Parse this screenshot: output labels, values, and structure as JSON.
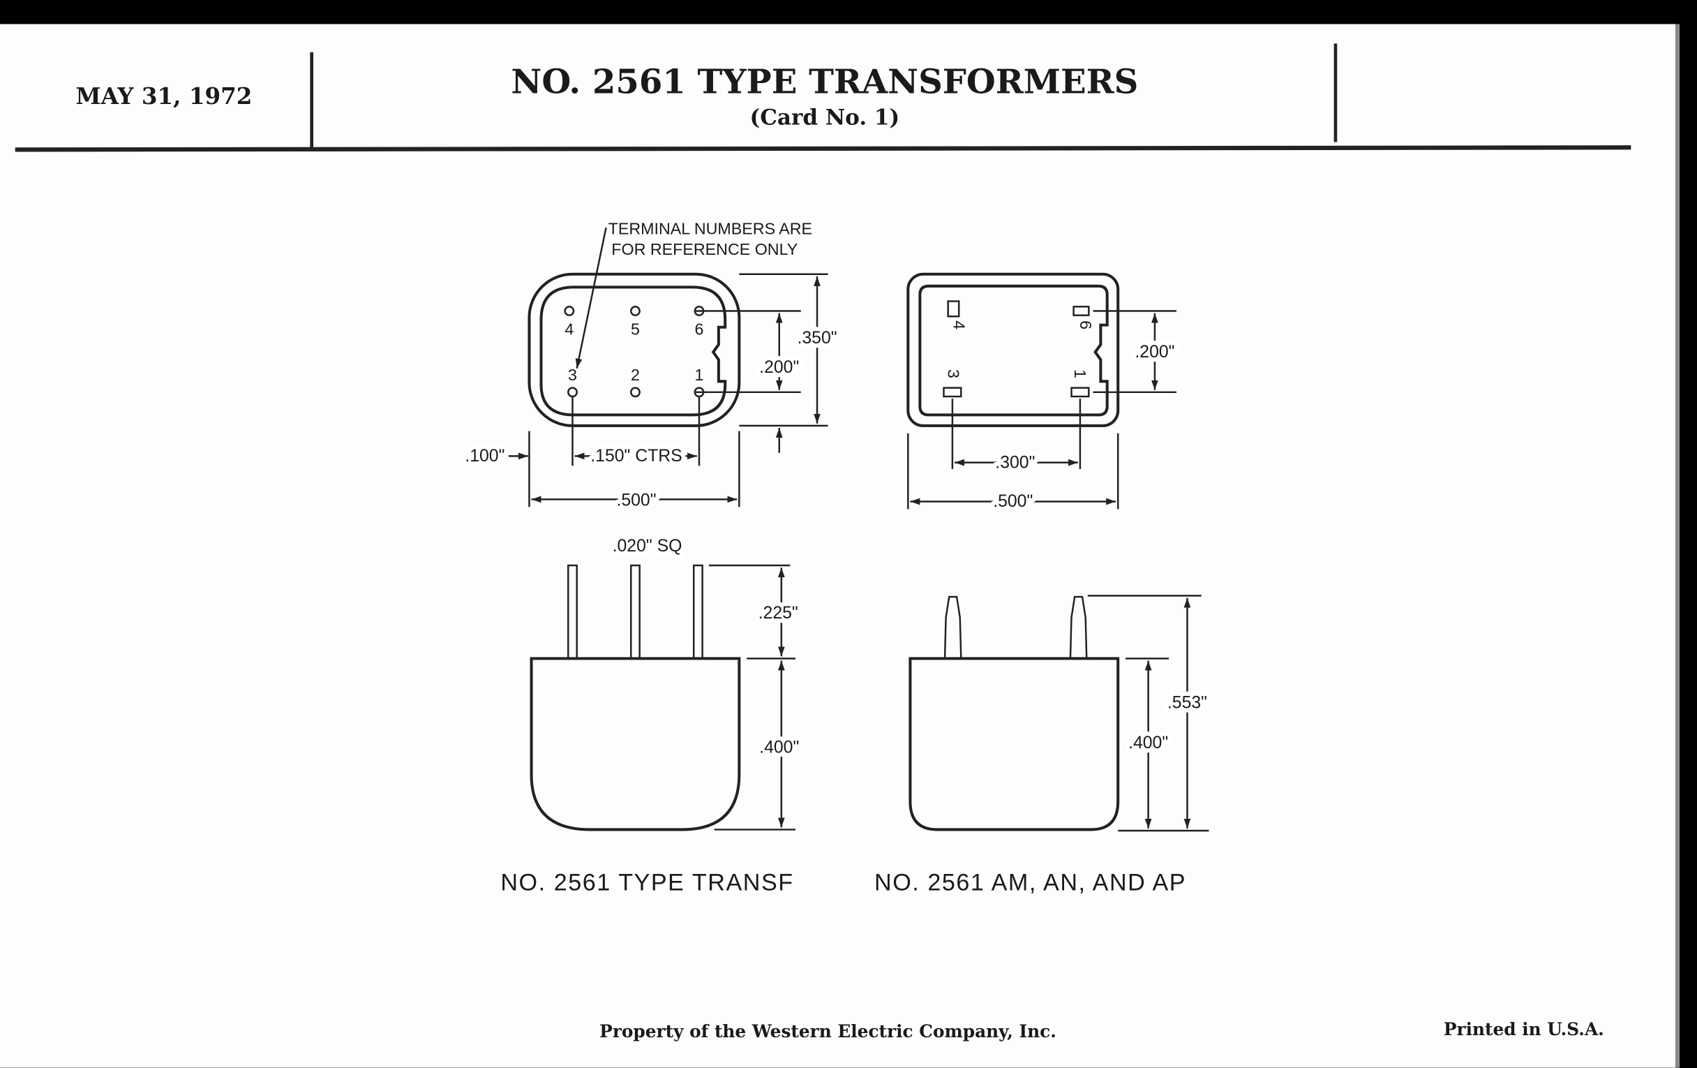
{
  "header": {
    "date": "MAY 31, 1972",
    "title": "NO. 2561 TYPE TRANSFORMERS",
    "subtitle": "(Card No. 1)"
  },
  "top_left_view": {
    "note_line1": "TERMINAL NUMBERS ARE",
    "note_line2": "FOR REFERENCE ONLY",
    "terminals": [
      "4",
      "5",
      "6",
      "3",
      "2",
      "1"
    ],
    "dim_pin_spacing_vertical": ".200\"",
    "dim_height": ".350\"",
    "dim_offset": ".100\"",
    "dim_centers": ".150\" CTRS",
    "dim_width": ".500\""
  },
  "top_right_view": {
    "terminals": [
      "4",
      "6",
      "3",
      "1"
    ],
    "dim_pin_spacing_vertical": ".200\"",
    "dim_pin_spacing_horizontal": ".300\"",
    "dim_width": ".500\""
  },
  "side_left_view": {
    "pin_note": ".020\" SQ",
    "dim_pin_length": ".225\"",
    "dim_body_height": ".400\"",
    "caption": "NO. 2561 TYPE TRANSF"
  },
  "side_right_view": {
    "dim_body_height": ".400\"",
    "dim_total_height": ".553\"",
    "caption": "NO. 2561 AM, AN, AND AP"
  },
  "footer": {
    "property": "Property of the Western Electric Company, Inc.",
    "printed": "Printed in U.S.A."
  }
}
